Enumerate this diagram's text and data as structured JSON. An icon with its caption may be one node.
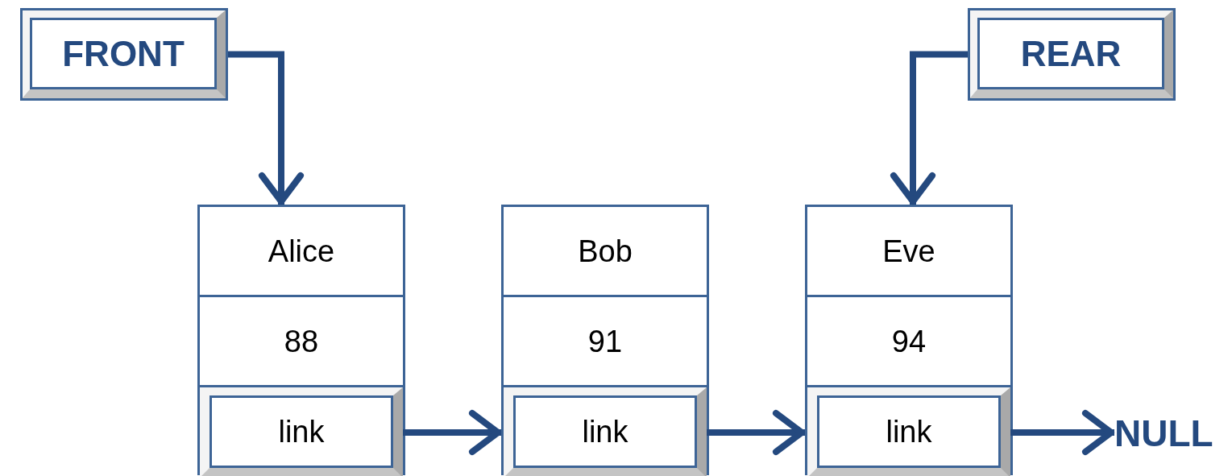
{
  "diagram": {
    "nodes": [
      {
        "text": [
          "FRONT"
        ]
      },
      {
        "text": [
          "REAR"
        ]
      },
      {
        "text": [],
        "shape": "box"
      },
      {
        "text": [
          "Alice"
        ],
        "in": 2
      },
      {
        "text": [
          "88"
        ],
        "in": 2
      },
      {
        "text": [
          "link"
        ],
        "in": 2
      },
      {
        "text": [],
        "shape": "box"
      },
      {
        "text": [
          "Bob"
        ],
        "in": 6
      },
      {
        "text": [
          "91"
        ],
        "in": 6
      },
      {
        "text": [
          "link"
        ],
        "in": 6
      },
      {
        "text": [],
        "shape": "box"
      },
      {
        "text": [
          "Eve"
        ],
        "in": 10
      },
      {
        "text": [
          "94"
        ],
        "in": 10
      },
      {
        "text": [
          "link"
        ],
        "in": 10
      },
      {
        "text": [
          "NULL"
        ]
      }
    ],
    "edges": [
      {
        "from": 0,
        "to": 2,
        "arrow": "to"
      },
      {
        "from": 1,
        "to": 10,
        "arrow": "to"
      },
      {
        "from": 5,
        "to": 6,
        "arrow": "to"
      },
      {
        "from": 9,
        "to": 10,
        "arrow": "to"
      },
      {
        "from": 13,
        "to": 14,
        "arrow": "to"
      }
    ]
  }
}
